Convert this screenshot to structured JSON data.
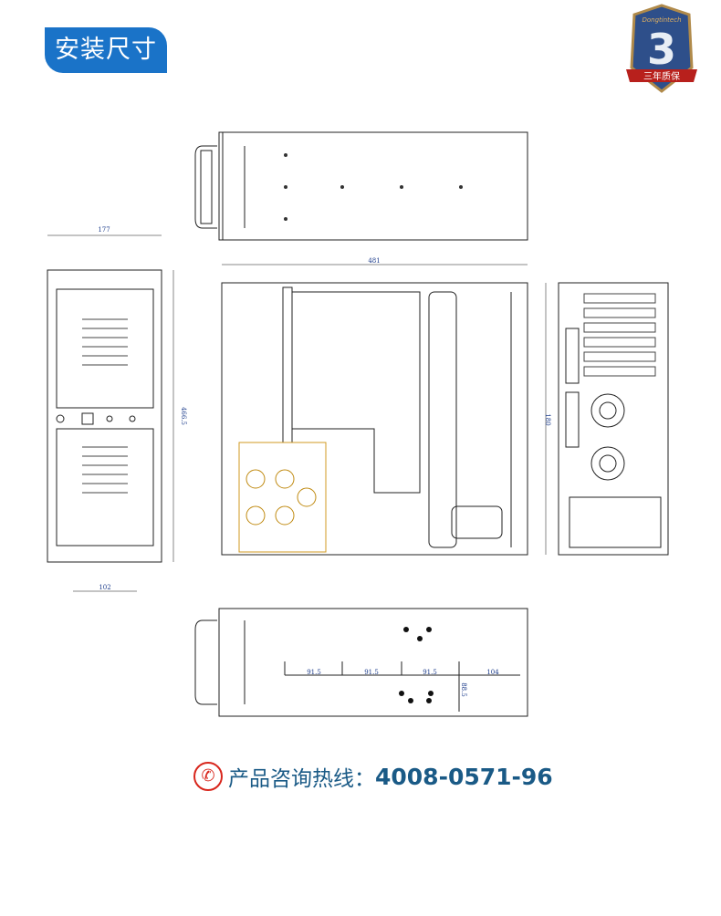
{
  "header": {
    "title": "安装尺寸"
  },
  "badge": {
    "brand": "Dongtintech",
    "number": "3",
    "ribbon": "三年质保"
  },
  "dimensions": {
    "front_width": "177",
    "front_height": "466.5",
    "front_bottom": "102",
    "top_length": "481",
    "rear_height": "180",
    "bottom_spacing": [
      "91.5",
      "91.5",
      "91.5",
      "104"
    ],
    "bottom_vertical": "88.5"
  },
  "hotline": {
    "label": "产品咨询热线：",
    "number": "4008-0571-96",
    "icon": "phone-icon"
  },
  "colors": {
    "accent": "#1a73c8",
    "hotline": "#1a5a86",
    "phone": "#d8261c"
  }
}
